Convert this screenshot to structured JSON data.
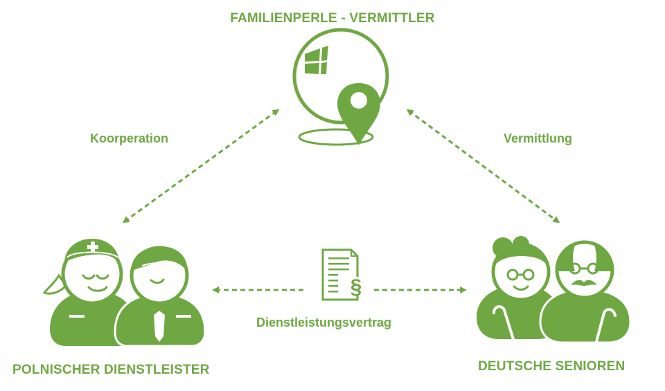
{
  "colors": {
    "accent": "#6fa843",
    "background": "#ffffff"
  },
  "nodes": {
    "top": {
      "title": "FAMILIENPERLE - VERMITTLER",
      "icons": [
        "globe-icon",
        "window-logo-icon",
        "location-pin-icon"
      ]
    },
    "left": {
      "title": "POLNISCHER DIENSTLEISTER",
      "icons": [
        "nurse-icon",
        "man-with-tie-icon"
      ]
    },
    "right": {
      "title": "DEUTSCHE SENIOREN",
      "icons": [
        "grandmother-icon",
        "grandfather-icon",
        "walking-cane-icon"
      ]
    }
  },
  "relations": {
    "left_top": "Koorperation",
    "right_top": "Vermittlung",
    "left_right": "Dienstleistungsvertrag"
  },
  "contract_icon": "contract-paragraph-icon"
}
